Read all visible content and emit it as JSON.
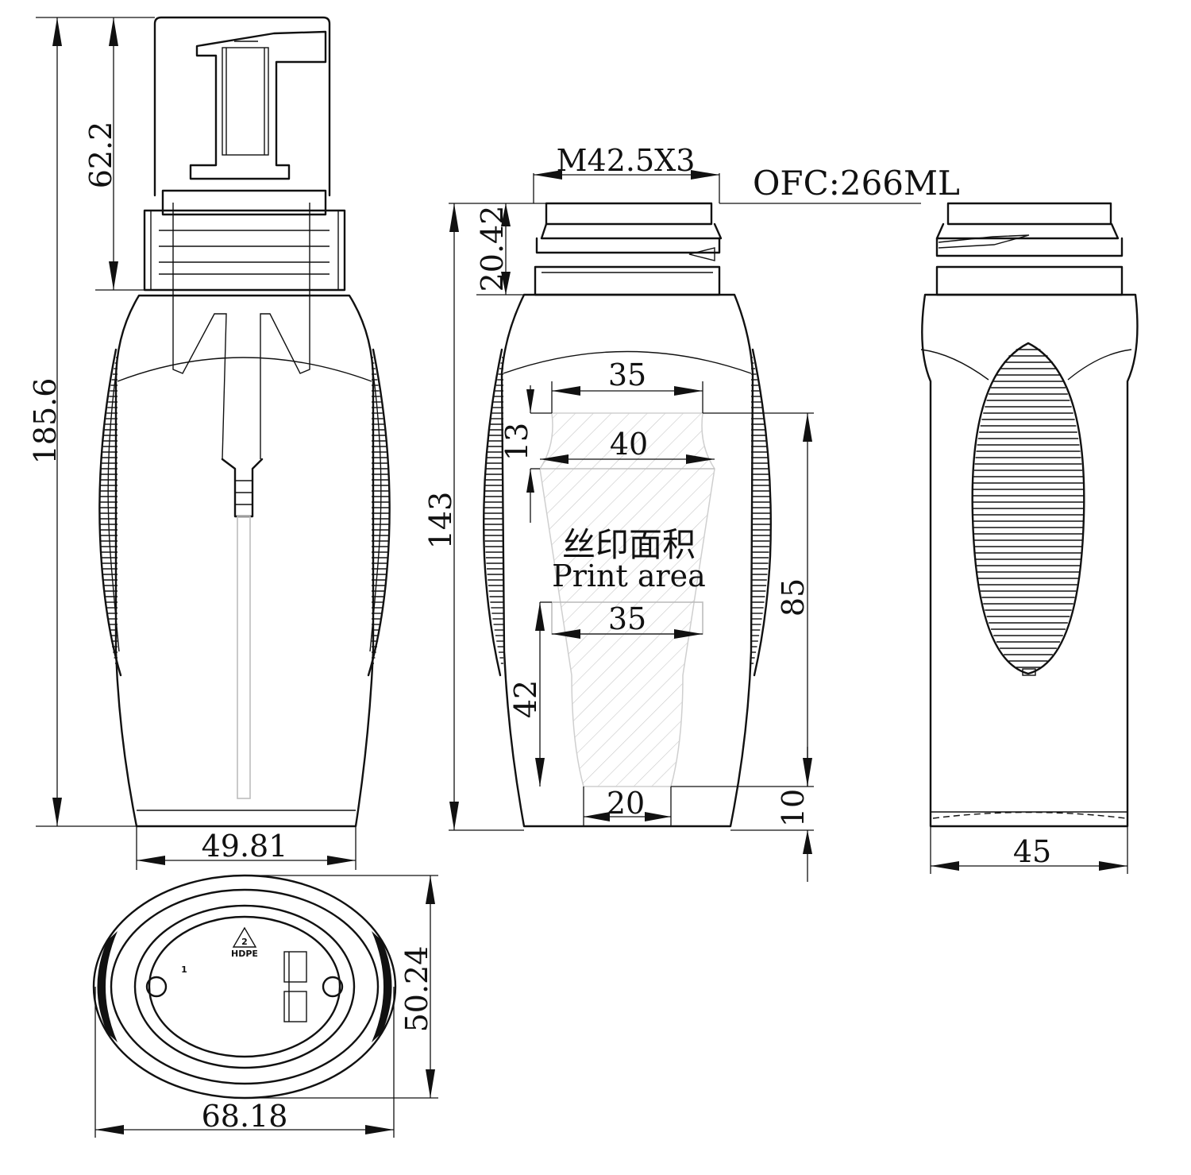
{
  "dimensions": {
    "pump_height": "62.2",
    "total_height": "185.6",
    "neck_height": "20.42",
    "thread_spec": "M42.5X3",
    "capacity": "OFC:266ML",
    "body_height": "143",
    "print_top_width": "35",
    "print_upper_width": "40",
    "print_mid_width": "35",
    "print_bottom_width": "20",
    "print_top_offset": "13",
    "print_height": "85",
    "print_lower_height": "42",
    "print_bottom_offset": "10",
    "front_width": "49.81",
    "side_width": "45",
    "bottom_depth": "50.24",
    "bottom_width": "68.18"
  },
  "labels": {
    "print_area_cn": "丝印面积",
    "print_area_en": "Print area",
    "recycle_code": "2",
    "material": "HDPE",
    "cavity_number": "1"
  }
}
